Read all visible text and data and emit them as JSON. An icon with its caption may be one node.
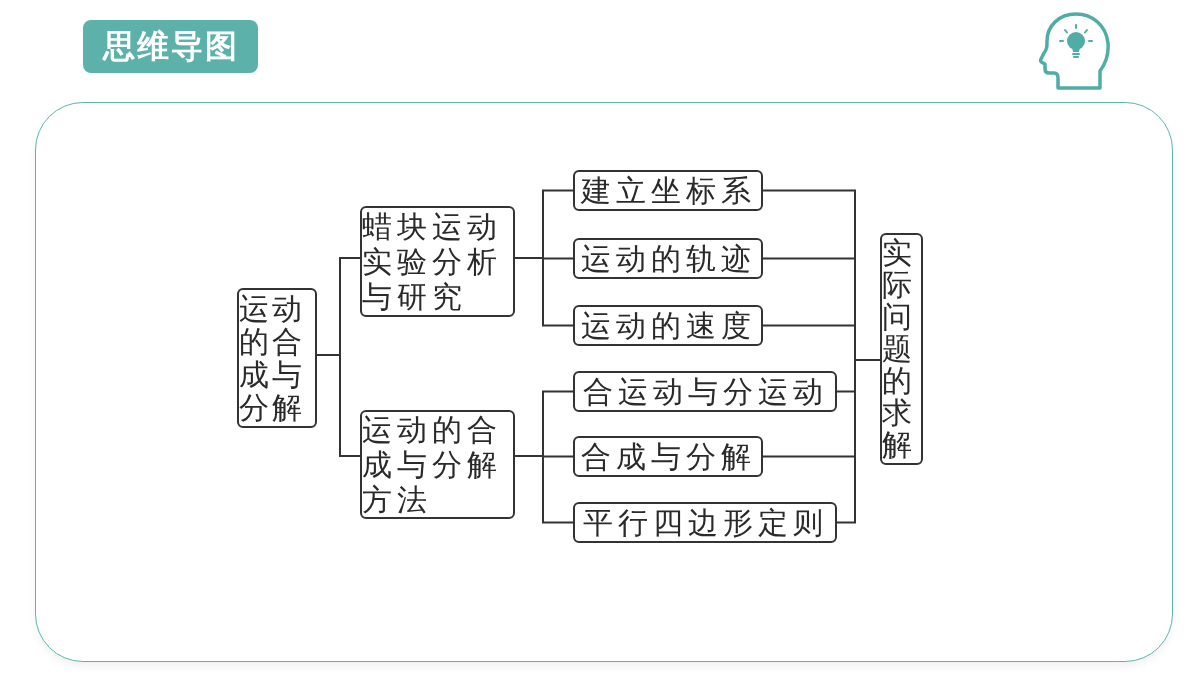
{
  "diagram": {
    "title": "思维导图",
    "nodes": [
      {
        "text": [
          "运动的合成与分解"
        ]
      },
      {
        "text": [
          "蜡块运动实验分析与研究"
        ]
      },
      {
        "text": [
          "运动的合成与分解方法"
        ]
      },
      {
        "text": [
          "建立坐标系"
        ]
      },
      {
        "text": [
          "运动的轨迹"
        ]
      },
      {
        "text": [
          "运动的速度"
        ]
      },
      {
        "text": [
          "合运动与分运动"
        ]
      },
      {
        "text": [
          "合成与分解"
        ]
      },
      {
        "text": [
          "平行四边形定则"
        ]
      },
      {
        "text": [
          "实际问题的求解"
        ]
      }
    ],
    "edges": [
      {
        "from": 0,
        "to": 1,
        "arrow": "none"
      },
      {
        "from": 0,
        "to": 2,
        "arrow": "none"
      },
      {
        "from": 1,
        "to": 3,
        "arrow": "none"
      },
      {
        "from": 1,
        "to": 4,
        "arrow": "none"
      },
      {
        "from": 1,
        "to": 5,
        "arrow": "none"
      },
      {
        "from": 2,
        "to": 6,
        "arrow": "none"
      },
      {
        "from": 2,
        "to": 7,
        "arrow": "none"
      },
      {
        "from": 2,
        "to": 8,
        "arrow": "none"
      },
      {
        "from": 3,
        "to": 9,
        "arrow": "none"
      },
      {
        "from": 4,
        "to": 9,
        "arrow": "none"
      },
      {
        "from": 5,
        "to": 9,
        "arrow": "none"
      },
      {
        "from": 6,
        "to": 9,
        "arrow": "none"
      },
      {
        "from": 7,
        "to": 9,
        "arrow": "none"
      },
      {
        "from": 8,
        "to": 9,
        "arrow": "none"
      }
    ]
  }
}
